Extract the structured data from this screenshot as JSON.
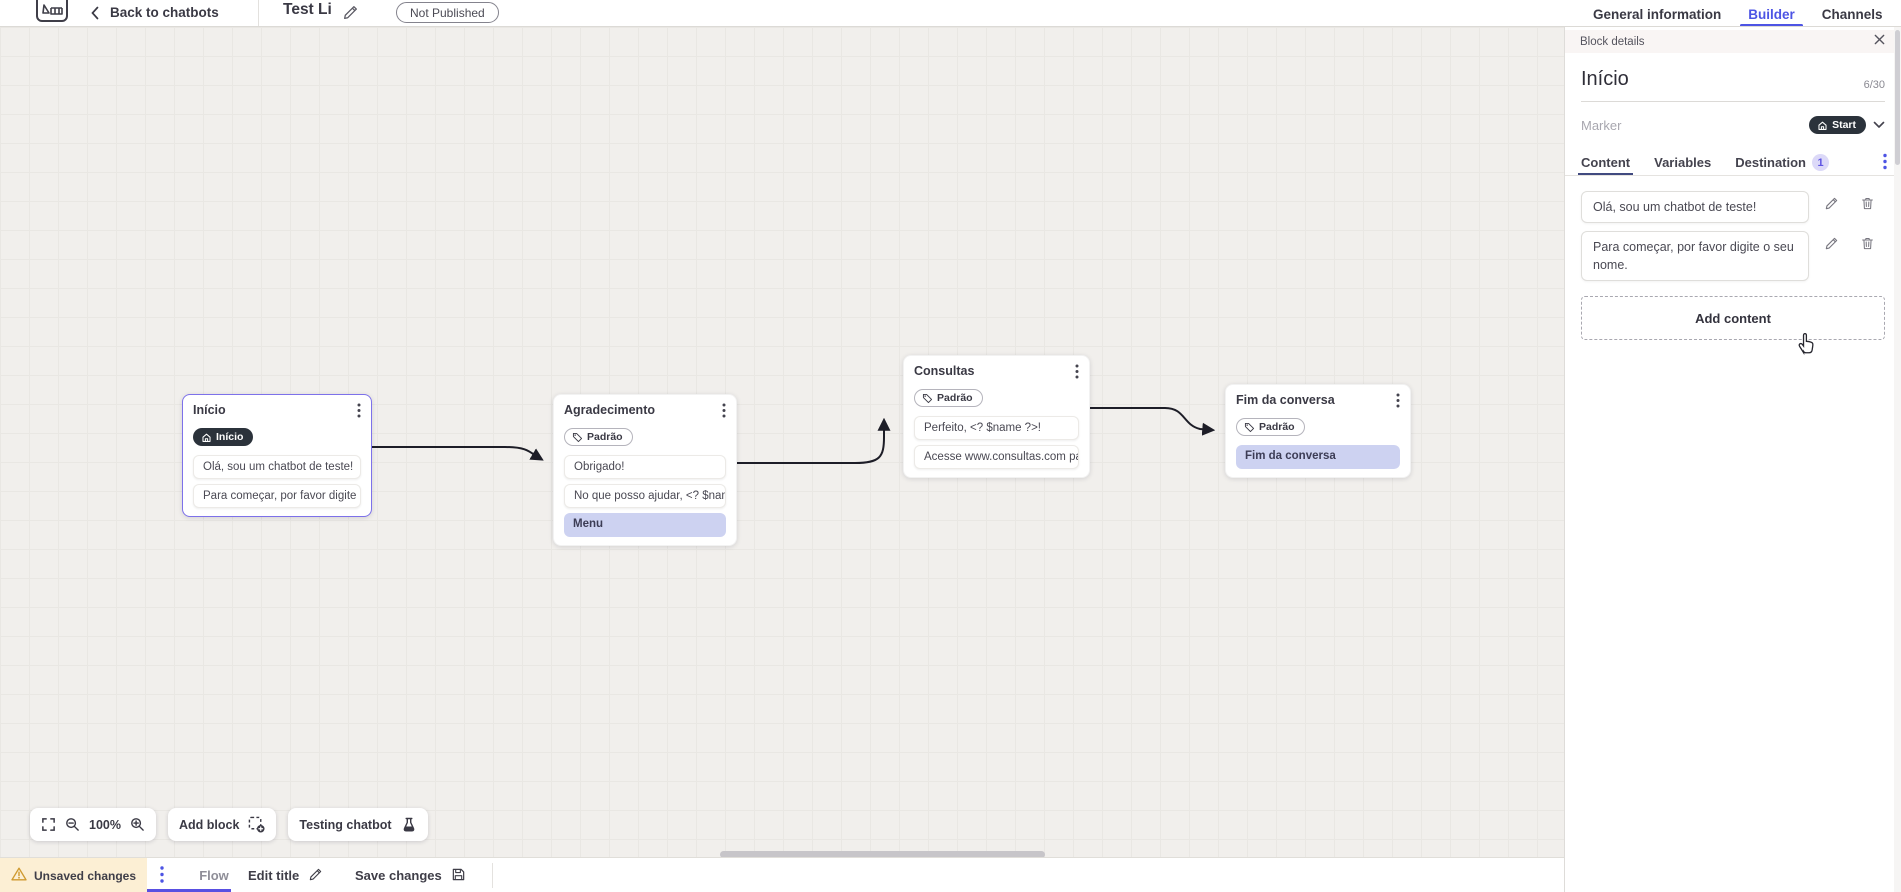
{
  "topbar": {
    "back_label": "Back to chatbots",
    "title": "Test Li",
    "status_badge": "Not Published",
    "tabs": [
      {
        "label": "General information",
        "active": false
      },
      {
        "label": "Builder",
        "active": true
      },
      {
        "label": "Channels",
        "active": false
      }
    ]
  },
  "panel": {
    "header": "Block details",
    "block_name": "Início",
    "char_count": "6/30",
    "marker_label": "Marker",
    "marker_value": "Start",
    "tabs": [
      {
        "label": "Content",
        "active": true
      },
      {
        "label": "Variables",
        "active": false
      },
      {
        "label": "Destination",
        "active": false,
        "badge": "1"
      }
    ],
    "contents": [
      "Olá, sou um chatbot de teste!",
      "Para começar, por favor digite o seu nome."
    ],
    "add_content_label": "Add content"
  },
  "canvas": {
    "nodes": [
      {
        "title": "Início",
        "marker": "Início",
        "marker_type": "start",
        "selected": true,
        "messages": [
          "Olá, sou um chatbot de teste!",
          "Para começar, por favor digite o ..."
        ],
        "buttons": []
      },
      {
        "title": "Agradecimento",
        "marker": "Padrão",
        "marker_type": "default",
        "selected": false,
        "messages": [
          "Obrigado!",
          "No que posso ajudar, <? $name ..."
        ],
        "buttons": [
          "Menu"
        ]
      },
      {
        "title": "Consultas",
        "marker": "Padrão",
        "marker_type": "default",
        "selected": false,
        "messages": [
          "Perfeito, <? $name ?>!",
          "Acesse www.consultas.com par..."
        ],
        "buttons": []
      },
      {
        "title": "Fim da conversa",
        "marker": "Padrão",
        "marker_type": "default",
        "selected": false,
        "messages": [],
        "buttons": [
          "Fim da conversa"
        ]
      }
    ],
    "controls": {
      "zoom_level": "100%",
      "add_block_label": "Add block",
      "testing_label": "Testing chatbot"
    }
  },
  "bottombar": {
    "unsaved_label": "Unsaved changes",
    "flow_tab": "Flow",
    "edit_title_label": "Edit title",
    "save_label": "Save changes"
  },
  "icons": [
    "logo-icon",
    "back-chevron-icon",
    "pencil-icon",
    "home-icon",
    "tag-icon",
    "close-icon",
    "chevron-down-icon",
    "kebab-icon",
    "trash-icon",
    "fullscreen-icon",
    "zoom-out-icon",
    "zoom-in-icon",
    "add-block-icon",
    "flask-icon",
    "warning-icon",
    "save-icon",
    "hand-cursor-icon"
  ],
  "colors": {
    "accent_blue": "#4d54e4",
    "node_selected_border": "#7d71ea",
    "dark_marker_pill": "#2b323b",
    "button_row_bg": "#cdd2f1",
    "unsaved_bg": "#fcefd4",
    "canvas_bg": "#f1efec",
    "content_tab_underline": "#414a80"
  }
}
